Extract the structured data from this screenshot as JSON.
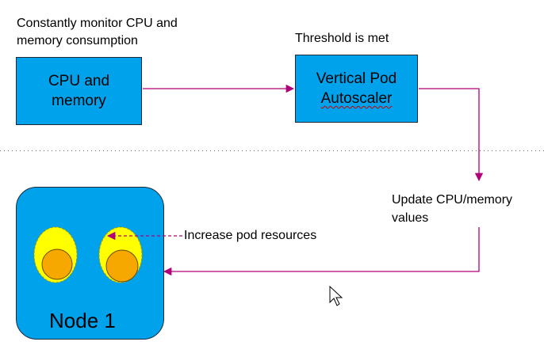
{
  "labels": {
    "monitor_line1": "Constantly monitor CPU and",
    "monitor_line2": "memory consumption",
    "threshold": "Threshold is met",
    "update_line1": "Update CPU/memory",
    "update_line2": "values",
    "increase": "Increase pod resources"
  },
  "boxes": {
    "cpu_memory_line1": "CPU and",
    "cpu_memory_line2": "memory",
    "vpa_line1": "Vertical Pod",
    "vpa_line2": "Autoscaler"
  },
  "node": {
    "label": "Node 1"
  },
  "colors": {
    "box_fill": "#00a2ec",
    "arrow": "#b0007a",
    "pod_outer": "#ffff00",
    "pod_inner": "#f7a800",
    "grid_dot": "#555555"
  }
}
